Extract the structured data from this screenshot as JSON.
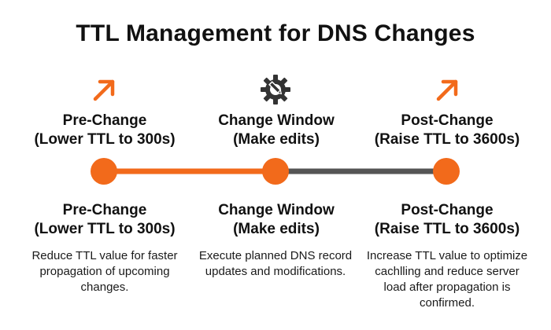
{
  "title": "TTL Management for DNS Changes",
  "colors": {
    "accent": "#F26A1B",
    "line_gray": "#555555",
    "gear": "#333333"
  },
  "stages": [
    {
      "icon": "arrow-up-right-icon",
      "heading_line1": "Pre-Change",
      "heading_line2": "(Lower TTL to 300s)",
      "label_line1": "Pre-Change",
      "label_line2": "(Lower TTL to 300s)",
      "description": "Reduce TTL value for faster propagation of upcoming changes."
    },
    {
      "icon": "gear-pencil-icon",
      "heading_line1": "Change Window",
      "heading_line2": "(Make edits)",
      "label_line1": "Change Window",
      "label_line2": "(Make edits)",
      "description": "Execute planned DNS record updates and modifications."
    },
    {
      "icon": "arrow-up-right-icon",
      "heading_line1": "Post-Change",
      "heading_line2": "(Raise TTL to 3600s)",
      "label_line1": "Post-Change",
      "label_line2": "(Raise TTL to 3600s)",
      "description": "Increase TTL value to optimize cachlling and reduce server load after propagation is confirmed."
    }
  ]
}
